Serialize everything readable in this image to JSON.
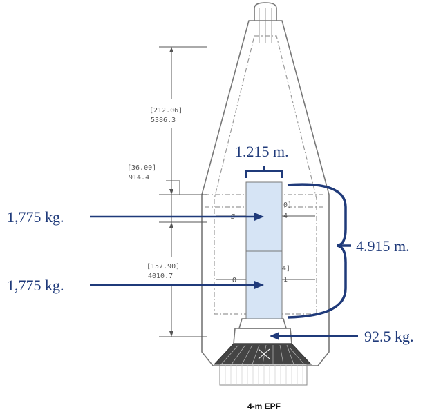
{
  "diagram": {
    "caption": "4-m EPF",
    "dimensions": {
      "top_in": "[212.06]",
      "top_mm": "5386.3",
      "mid_in": "[36.00]",
      "mid_mm": "914.4",
      "bottom_in": "[157.90]",
      "bottom_mm": "4010.7"
    },
    "annotations": {
      "width": "1.215 m.",
      "height": "4.915 m.",
      "upper_mass": "1,775 kg.",
      "lower_mass": "1,775 kg.",
      "adapter_mass": "92.5 kg."
    },
    "partial_labels": {
      "upper_right_bracket": "0]",
      "upper_right_num": "4",
      "lower_right_bracket": "4]",
      "lower_right_num": "1",
      "diameter_symbol": "Ø"
    },
    "colors": {
      "annotation_blue": "#1f3a7a",
      "payload_fill": "#d6e4f5",
      "drawing_gray": "#777777"
    }
  }
}
